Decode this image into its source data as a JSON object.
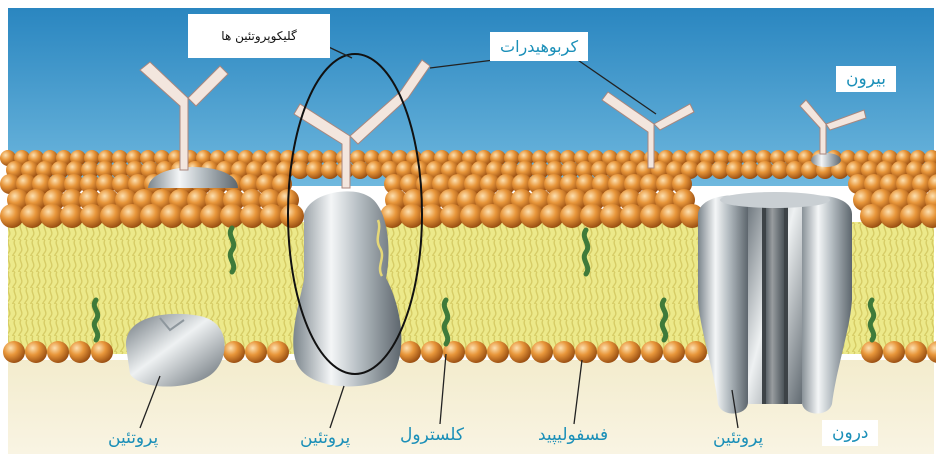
{
  "labels": {
    "glycoproteins": "گلیکوپروتئین ها",
    "carbohydrates": "کربوهیدرات",
    "outside": "بیرون",
    "inside": "درون",
    "protein_left": "پروتئین",
    "protein_center": "پروتئین",
    "cholesterol": "کلسترول",
    "phospholipid": "فسفولیپید",
    "protein_right": "پروتئین"
  },
  "colors": {
    "outside_background": "#2f8fc4",
    "inside_background": "#f6eed3",
    "lipid_head": "#d9882e",
    "lipid_tail_zone": "#ece98a",
    "protein": "#a9b2b8",
    "carbohydrate": "#f3e6de",
    "cholesterol": "#3f7a3a",
    "label_text": "#1a8fb8"
  }
}
